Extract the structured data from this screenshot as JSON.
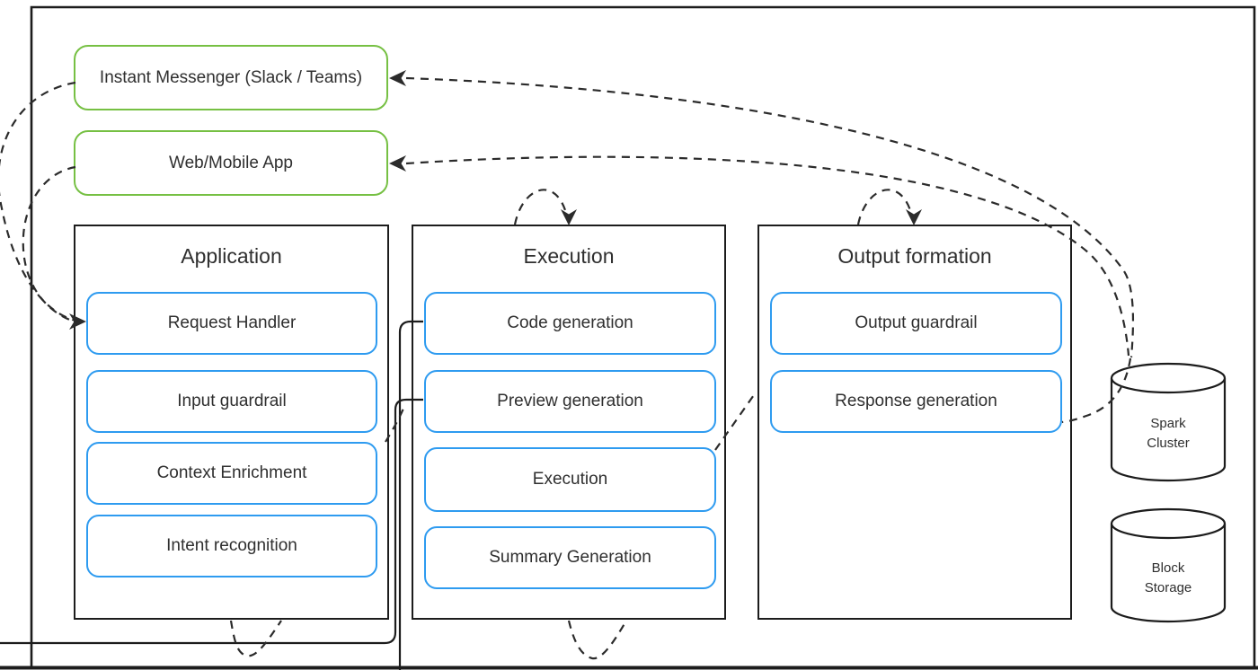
{
  "diagram": {
    "clients": [
      {
        "label": "Instant Messenger (Slack / Teams)"
      },
      {
        "label": "Web/Mobile App"
      }
    ],
    "containers": [
      {
        "title": "Application",
        "items": [
          "Request Handler",
          "Input guardrail",
          "Context Enrichment",
          "Intent recognition"
        ]
      },
      {
        "title": "Execution",
        "items": [
          "Code generation",
          "Preview generation",
          "Execution",
          "Summary Generation"
        ]
      },
      {
        "title": "Output formation",
        "items": [
          "Output guardrail",
          "Response generation"
        ]
      }
    ],
    "datastores": [
      {
        "name": "Spark Cluster",
        "lines": [
          "Spark",
          "Cluster"
        ]
      },
      {
        "name": "Block Storage",
        "lines": [
          "Block",
          "Storage"
        ]
      }
    ],
    "colors": {
      "client_border": "#76c043",
      "module_border": "#2e9bf0",
      "container_border": "#1c1c1c",
      "connector": "#2b2b2b",
      "text": "#2f2f2f"
    }
  }
}
